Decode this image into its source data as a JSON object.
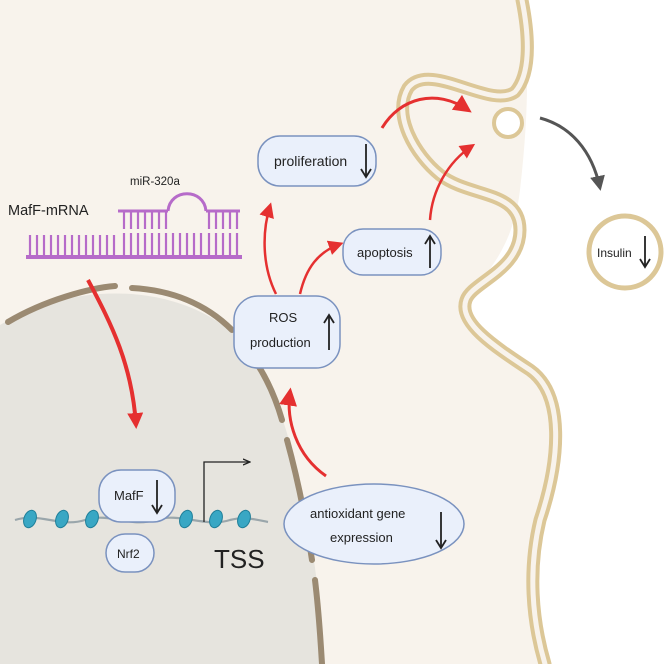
{
  "labels": {
    "mrna": "MafF-mRNA",
    "mirna": "miR-320a",
    "maff": "MafF",
    "nrf2": "Nrf2",
    "tss": "TSS",
    "antioxidant_line1": "antioxidant gene",
    "antioxidant_line2": "expression",
    "ros_line1": "ROS",
    "ros_line2": "production",
    "apoptosis": "apoptosis",
    "proliferation": "proliferation",
    "insulin": "Insulin"
  },
  "trends": {
    "maff": "down",
    "antioxidant": "down",
    "ros": "up",
    "apoptosis": "up",
    "proliferation": "down",
    "insulin": "down"
  },
  "colors": {
    "cytoplasm": "#f8f3ec",
    "nucleus": "#e6e4de",
    "membrane": "#dcc797",
    "nuclear_envelope": "#9b8a72",
    "rna": "#b66bc9",
    "dna_strand": "#9aa6ab",
    "nucleosome": "#39a7c4",
    "node_fill": "#eaf0fb",
    "node_stroke": "#7a92bf",
    "arrow_red": "#e53030",
    "arrow_gray": "#555555"
  }
}
